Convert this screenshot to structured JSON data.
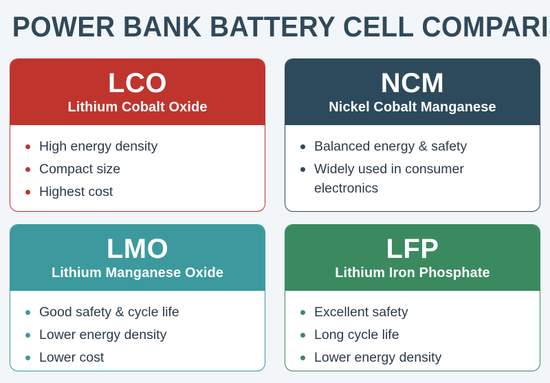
{
  "page": {
    "title": "Power Bank Battery Cell Comparison",
    "background_color": "#f2f6f8",
    "title_color": "#31495a",
    "body_text_color": "#2b3a49"
  },
  "cards": [
    {
      "key": "lco",
      "abbr": "LCO",
      "full_name": "Lithium Cobalt Oxide",
      "accent_color": "#c0342e",
      "features": [
        "High energy density",
        "Compact size",
        "Highest cost"
      ]
    },
    {
      "key": "ncm",
      "abbr": "NCM",
      "full_name": "Nickel Cobalt Manganese",
      "accent_color": "#2d4a5c",
      "features": [
        "Balanced energy & safety",
        "Widely used in consumer electronics"
      ]
    },
    {
      "key": "lmo",
      "abbr": "LMO",
      "full_name": "Lithium Manganese Oxide",
      "accent_color": "#3c9a9e",
      "features": [
        "Good safety & cycle life",
        "Lower energy density",
        "Lower cost"
      ]
    },
    {
      "key": "lfp",
      "abbr": "LFP",
      "full_name": "Lithium Iron Phosphate",
      "accent_color": "#3b8a5f",
      "features": [
        "Excellent safety",
        "Long cycle life",
        "Lower energy density"
      ]
    }
  ]
}
